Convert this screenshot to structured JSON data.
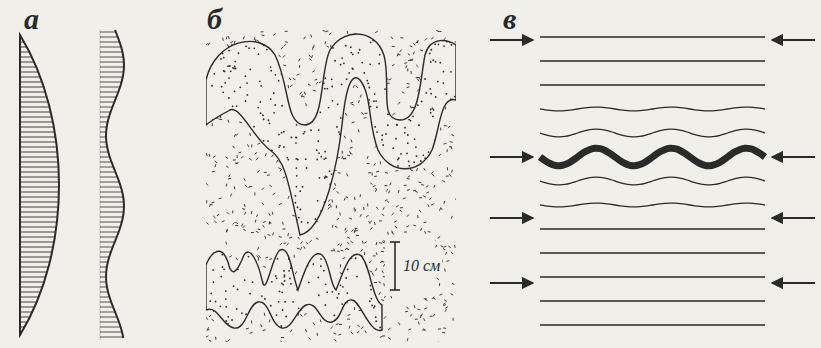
{
  "diagram": {
    "labels": [
      "а",
      "б",
      "в",
      "10 см"
    ]
  }
}
